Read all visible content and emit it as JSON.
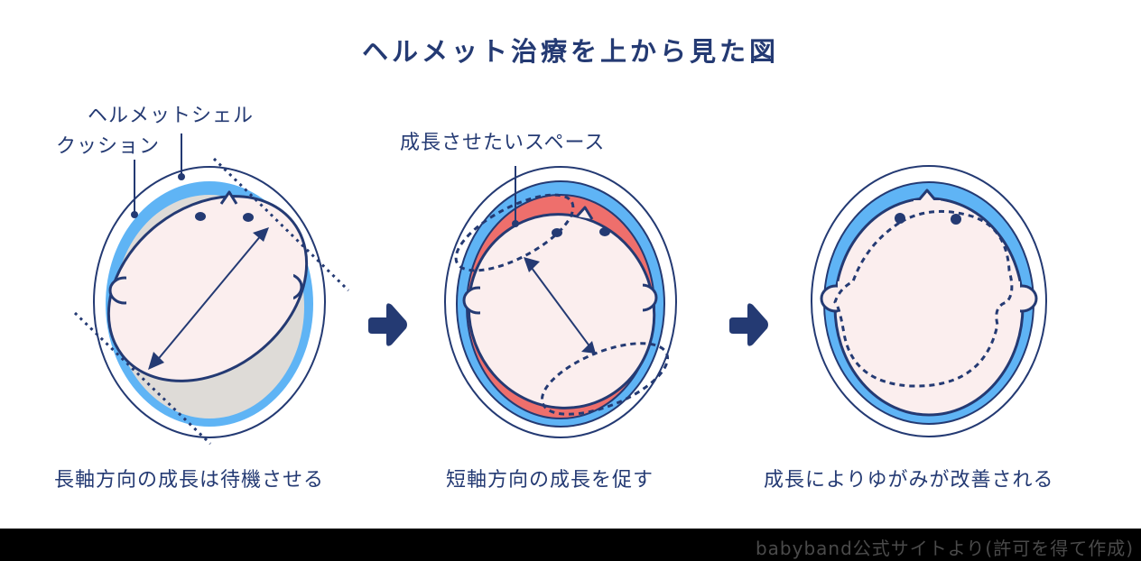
{
  "title": "ヘルメット治療を上から見た図",
  "colors": {
    "navy": "#243a73",
    "shell_blue": "#5fb4f5",
    "cushion_gray": "#dedbd7",
    "growth_red": "#ee6f6c",
    "skin": "#fbeeee",
    "white": "#ffffff",
    "footer_bg": "#000000",
    "footer_text": "#4a4a4a"
  },
  "panels": [
    {
      "labels": [
        "ヘルメットシェル",
        "クッション"
      ],
      "caption": "長軸方向の成長は待機させる"
    },
    {
      "labels": [
        "成長させたいスペース"
      ],
      "caption": "短軸方向の成長を促す"
    },
    {
      "labels": [],
      "caption": "成長によりゆがみが改善される"
    }
  ],
  "arrows": [
    "right-arrow",
    "right-arrow"
  ],
  "footer": {
    "credit": "babyband公式サイトより(許可を得て作成)"
  }
}
